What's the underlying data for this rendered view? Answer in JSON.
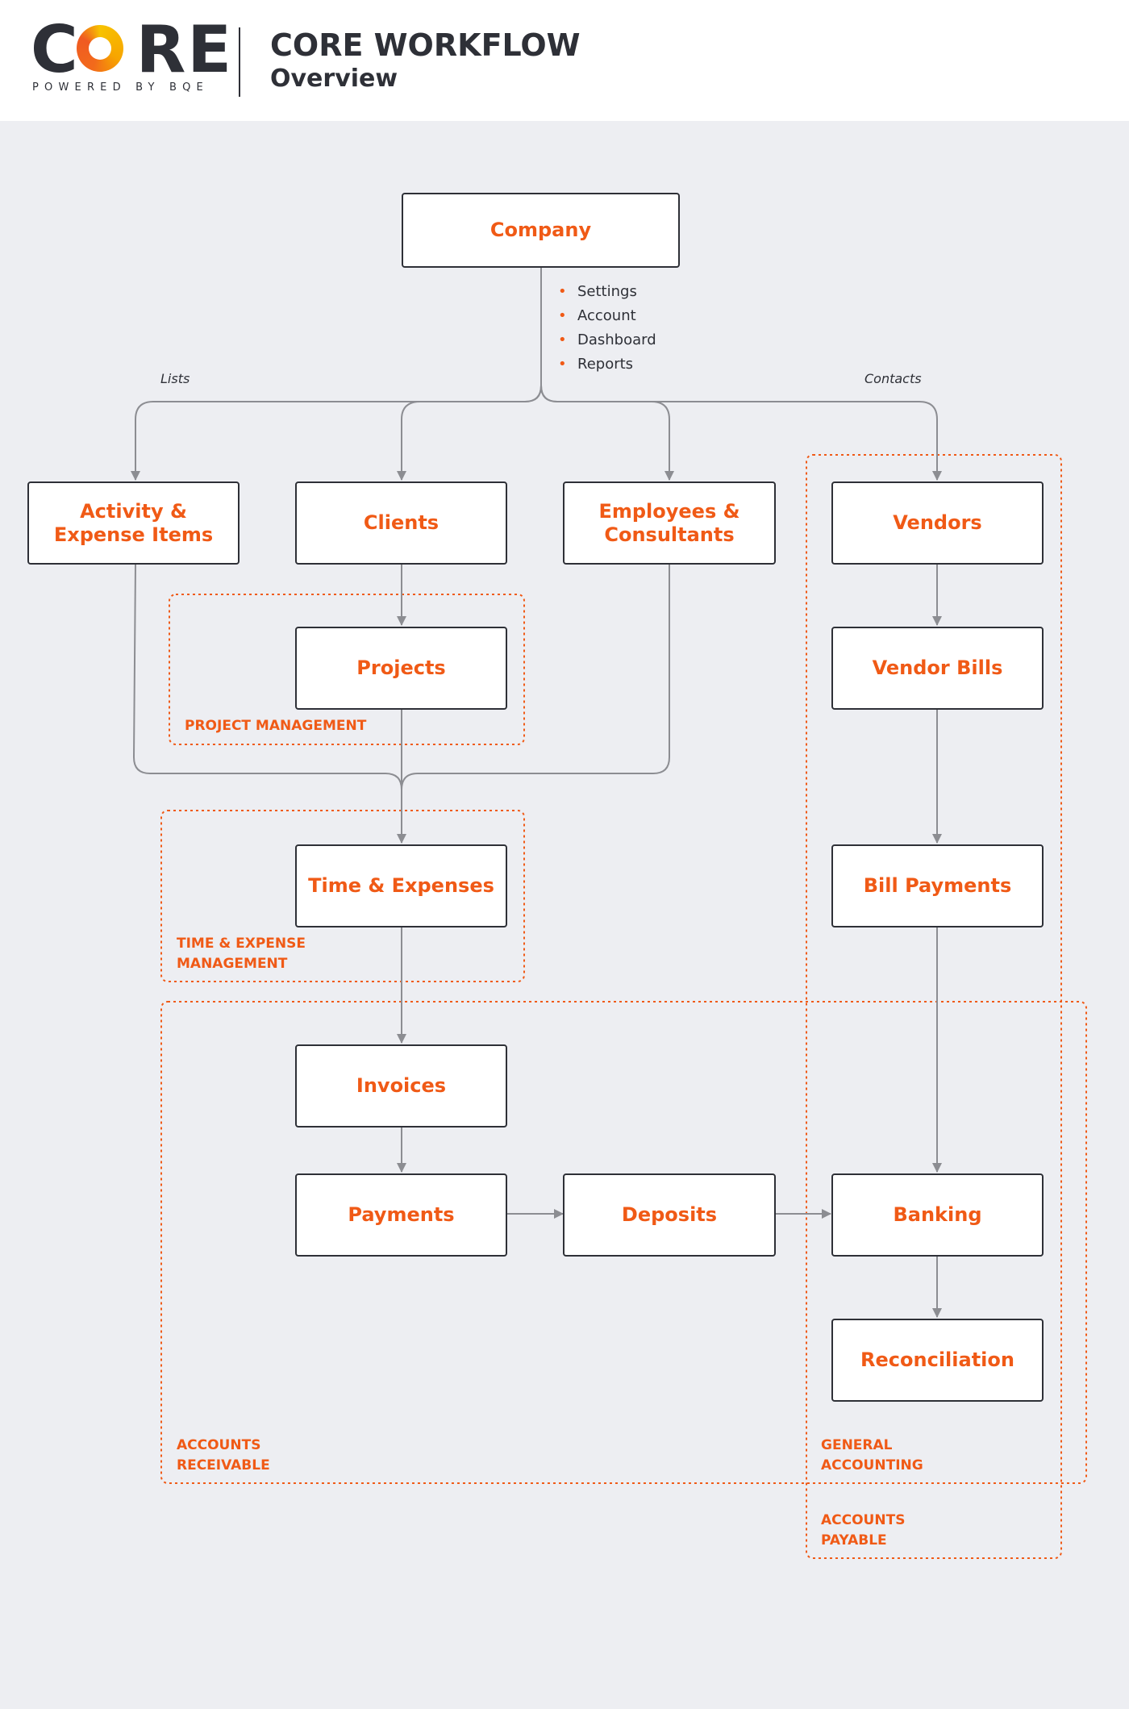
{
  "header": {
    "logo_text": "CORE",
    "logo_tagline": "POWERED BY BQE",
    "title": "CORE WORKFLOW",
    "subtitle": "Overview"
  },
  "colors": {
    "accent": "#f05a16",
    "border": "#2e3037",
    "arrow": "#8c8d92",
    "background": "#edeef2",
    "node_fill": "#ffffff"
  },
  "company_menu": [
    "Settings",
    "Account",
    "Dashboard",
    "Reports"
  ],
  "edge_labels": {
    "lists": "Lists",
    "contacts": "Contacts"
  },
  "nodes": {
    "company": "Company",
    "activity_expense_items": [
      "Activity &",
      "Expense Items"
    ],
    "clients": "Clients",
    "employees_consultants": [
      "Employees &",
      "Consultants"
    ],
    "vendors": "Vendors",
    "projects": "Projects",
    "vendor_bills": "Vendor Bills",
    "time_expenses": "Time & Expenses",
    "bill_payments": "Bill Payments",
    "invoices": "Invoices",
    "payments": "Payments",
    "deposits": "Deposits",
    "banking": "Banking",
    "reconciliation": "Reconciliation"
  },
  "zones": {
    "project_management": "PROJECT MANAGEMENT",
    "time_expense_management": [
      "TIME & EXPENSE",
      "MANAGEMENT"
    ],
    "accounts_receivable": [
      "ACCOUNTS",
      "RECEIVABLE"
    ],
    "general_accounting": [
      "GENERAL",
      "ACCOUNTING"
    ],
    "accounts_payable": [
      "ACCOUNTS",
      "PAYABLE"
    ]
  }
}
